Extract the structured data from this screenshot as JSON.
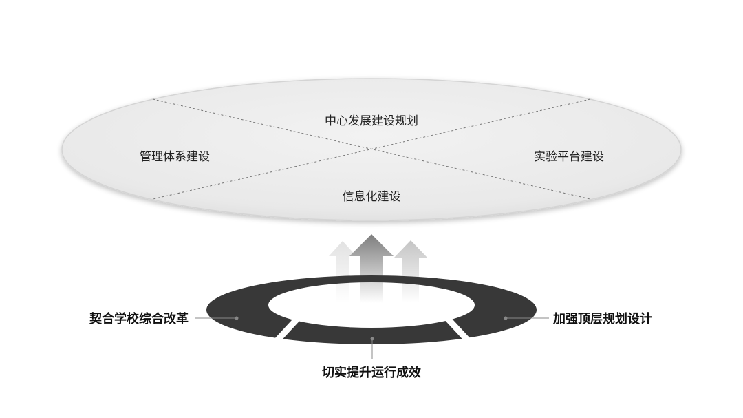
{
  "disc": {
    "top_label": "中心发展建设规划",
    "left_label": "管理体系建设",
    "right_label": "实验平台建设",
    "bottom_label": "信息化建设"
  },
  "ring": {
    "left_label": "契合学校综合改革",
    "right_label": "加强顶层规划设计",
    "bottom_label": "切实提升运行成效"
  },
  "colors": {
    "disc_fill": "#ececec",
    "disc_edge": "#d6d6d6",
    "ring_fill": "#3a3a3a",
    "leader_line": "#888888",
    "arrow_main": "#8a8a8a",
    "arrow_side": "#cfcfcf"
  }
}
